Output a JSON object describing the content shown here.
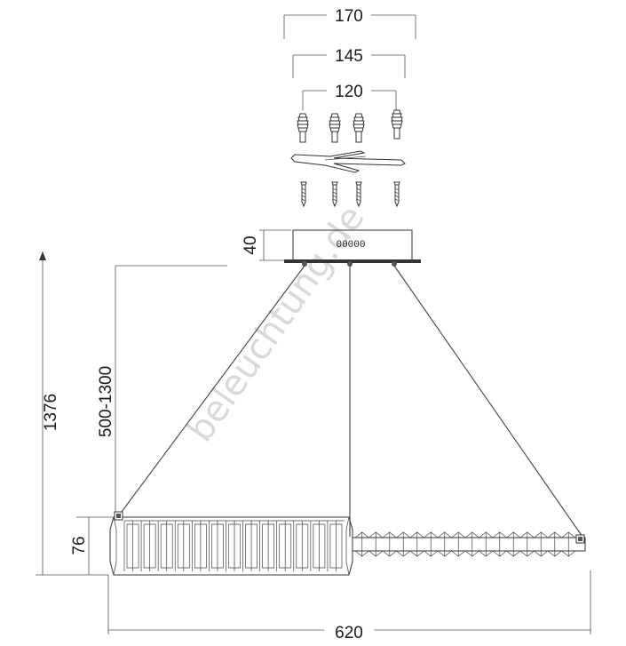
{
  "dimensions": {
    "mount_170": "170",
    "mount_145": "145",
    "mount_120": "120",
    "canopy_height": "40",
    "total_height": "1376",
    "cable_length": "500-1300",
    "body_height": "76",
    "body_width": "620"
  },
  "canopy_label": "00000",
  "watermark": "beleuchtung.de",
  "colors": {
    "line": "#333333",
    "watermark": "#d9d9d9"
  }
}
